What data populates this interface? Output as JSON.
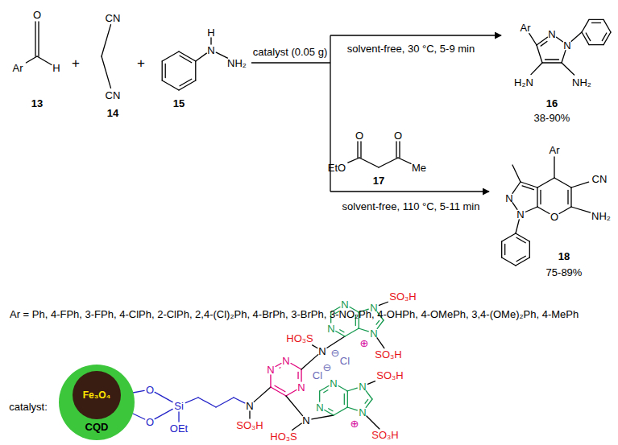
{
  "diagram": {
    "nodes": [
      {
        "text": [
          "CQD"
        ]
      },
      {
        "text": [
          "Fe₃O₄"
        ],
        "in": 0
      }
    ],
    "labels": [
      "Ar",
      "O",
      "H",
      "13",
      "+",
      "CN",
      "CN",
      "14",
      "+",
      "H",
      "N",
      "NH₂",
      "15",
      "catalyst (0.05 g)",
      "solvent-free, 30 °C, 5-9 min",
      "Ar",
      "N",
      "N",
      "H₂N",
      "NH₂",
      "16",
      "38-90%",
      "EtO",
      "O",
      "O",
      "Me",
      "17",
      "solvent-free, 110 °C, 5-11 min",
      "Ar",
      "N",
      "N",
      "O",
      "CN",
      "NH₂",
      "18",
      "75-89%",
      "Ar = Ph, 4-FPh, 3-FPh, 4-ClPh, 2-ClPh, 2,4-(Cl)₂Ph, 4-BrPh, 3-BrPh, 3-NO₂Ph, 4-OHPh, 4-OMePh, 3,4-(OMe)₂Ph, 4-MePh",
      "catalyst:",
      "O",
      "O",
      "Si",
      "OEt",
      "N",
      "SO₃H",
      "N",
      "N",
      "N",
      "N",
      "HO₃S",
      "N",
      "N",
      "N",
      "N",
      "SO₃H",
      "⊕",
      "SO₃H",
      "Cl",
      "⊖",
      "N",
      "HO₃S",
      "N",
      "N",
      "N",
      "N",
      "SO₃H",
      "⊕",
      "SO₃H",
      "Cl",
      "⊖"
    ]
  }
}
